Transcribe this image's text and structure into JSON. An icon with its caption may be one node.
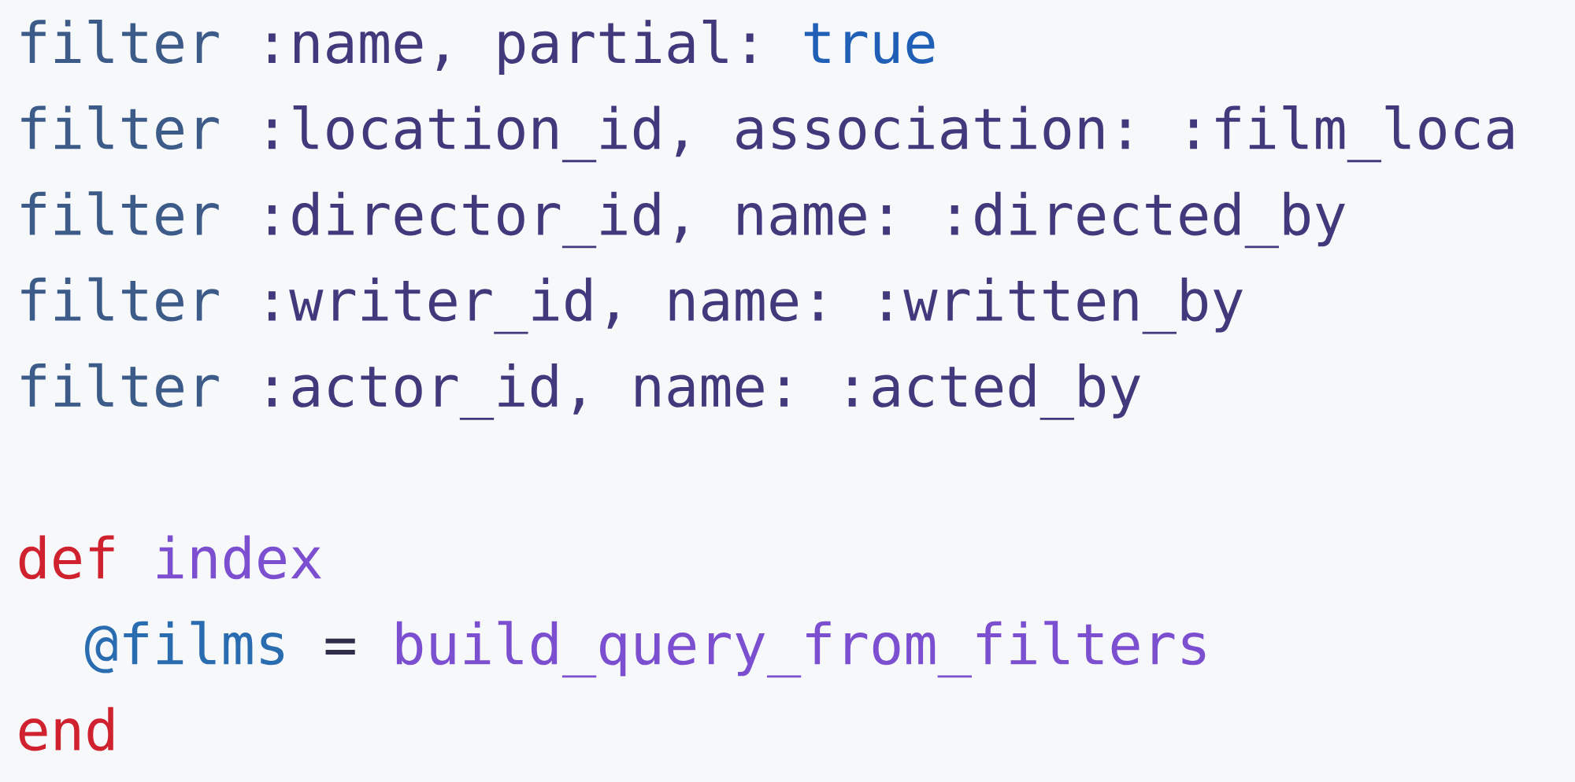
{
  "diagram": {
    "labels": [
      "filter",
      ":name,",
      "partial:",
      "true",
      "filter",
      ":location_id,",
      "association:",
      ":film_loca",
      "filter",
      ":director_id,",
      "name:",
      ":directed_by",
      "filter",
      ":writer_id,",
      "name:",
      ":written_by",
      "filter",
      ":actor_id,",
      "name:",
      ":acted_by",
      "def",
      "index",
      "@films",
      "=",
      "build_query_from_filters",
      "end"
    ]
  }
}
